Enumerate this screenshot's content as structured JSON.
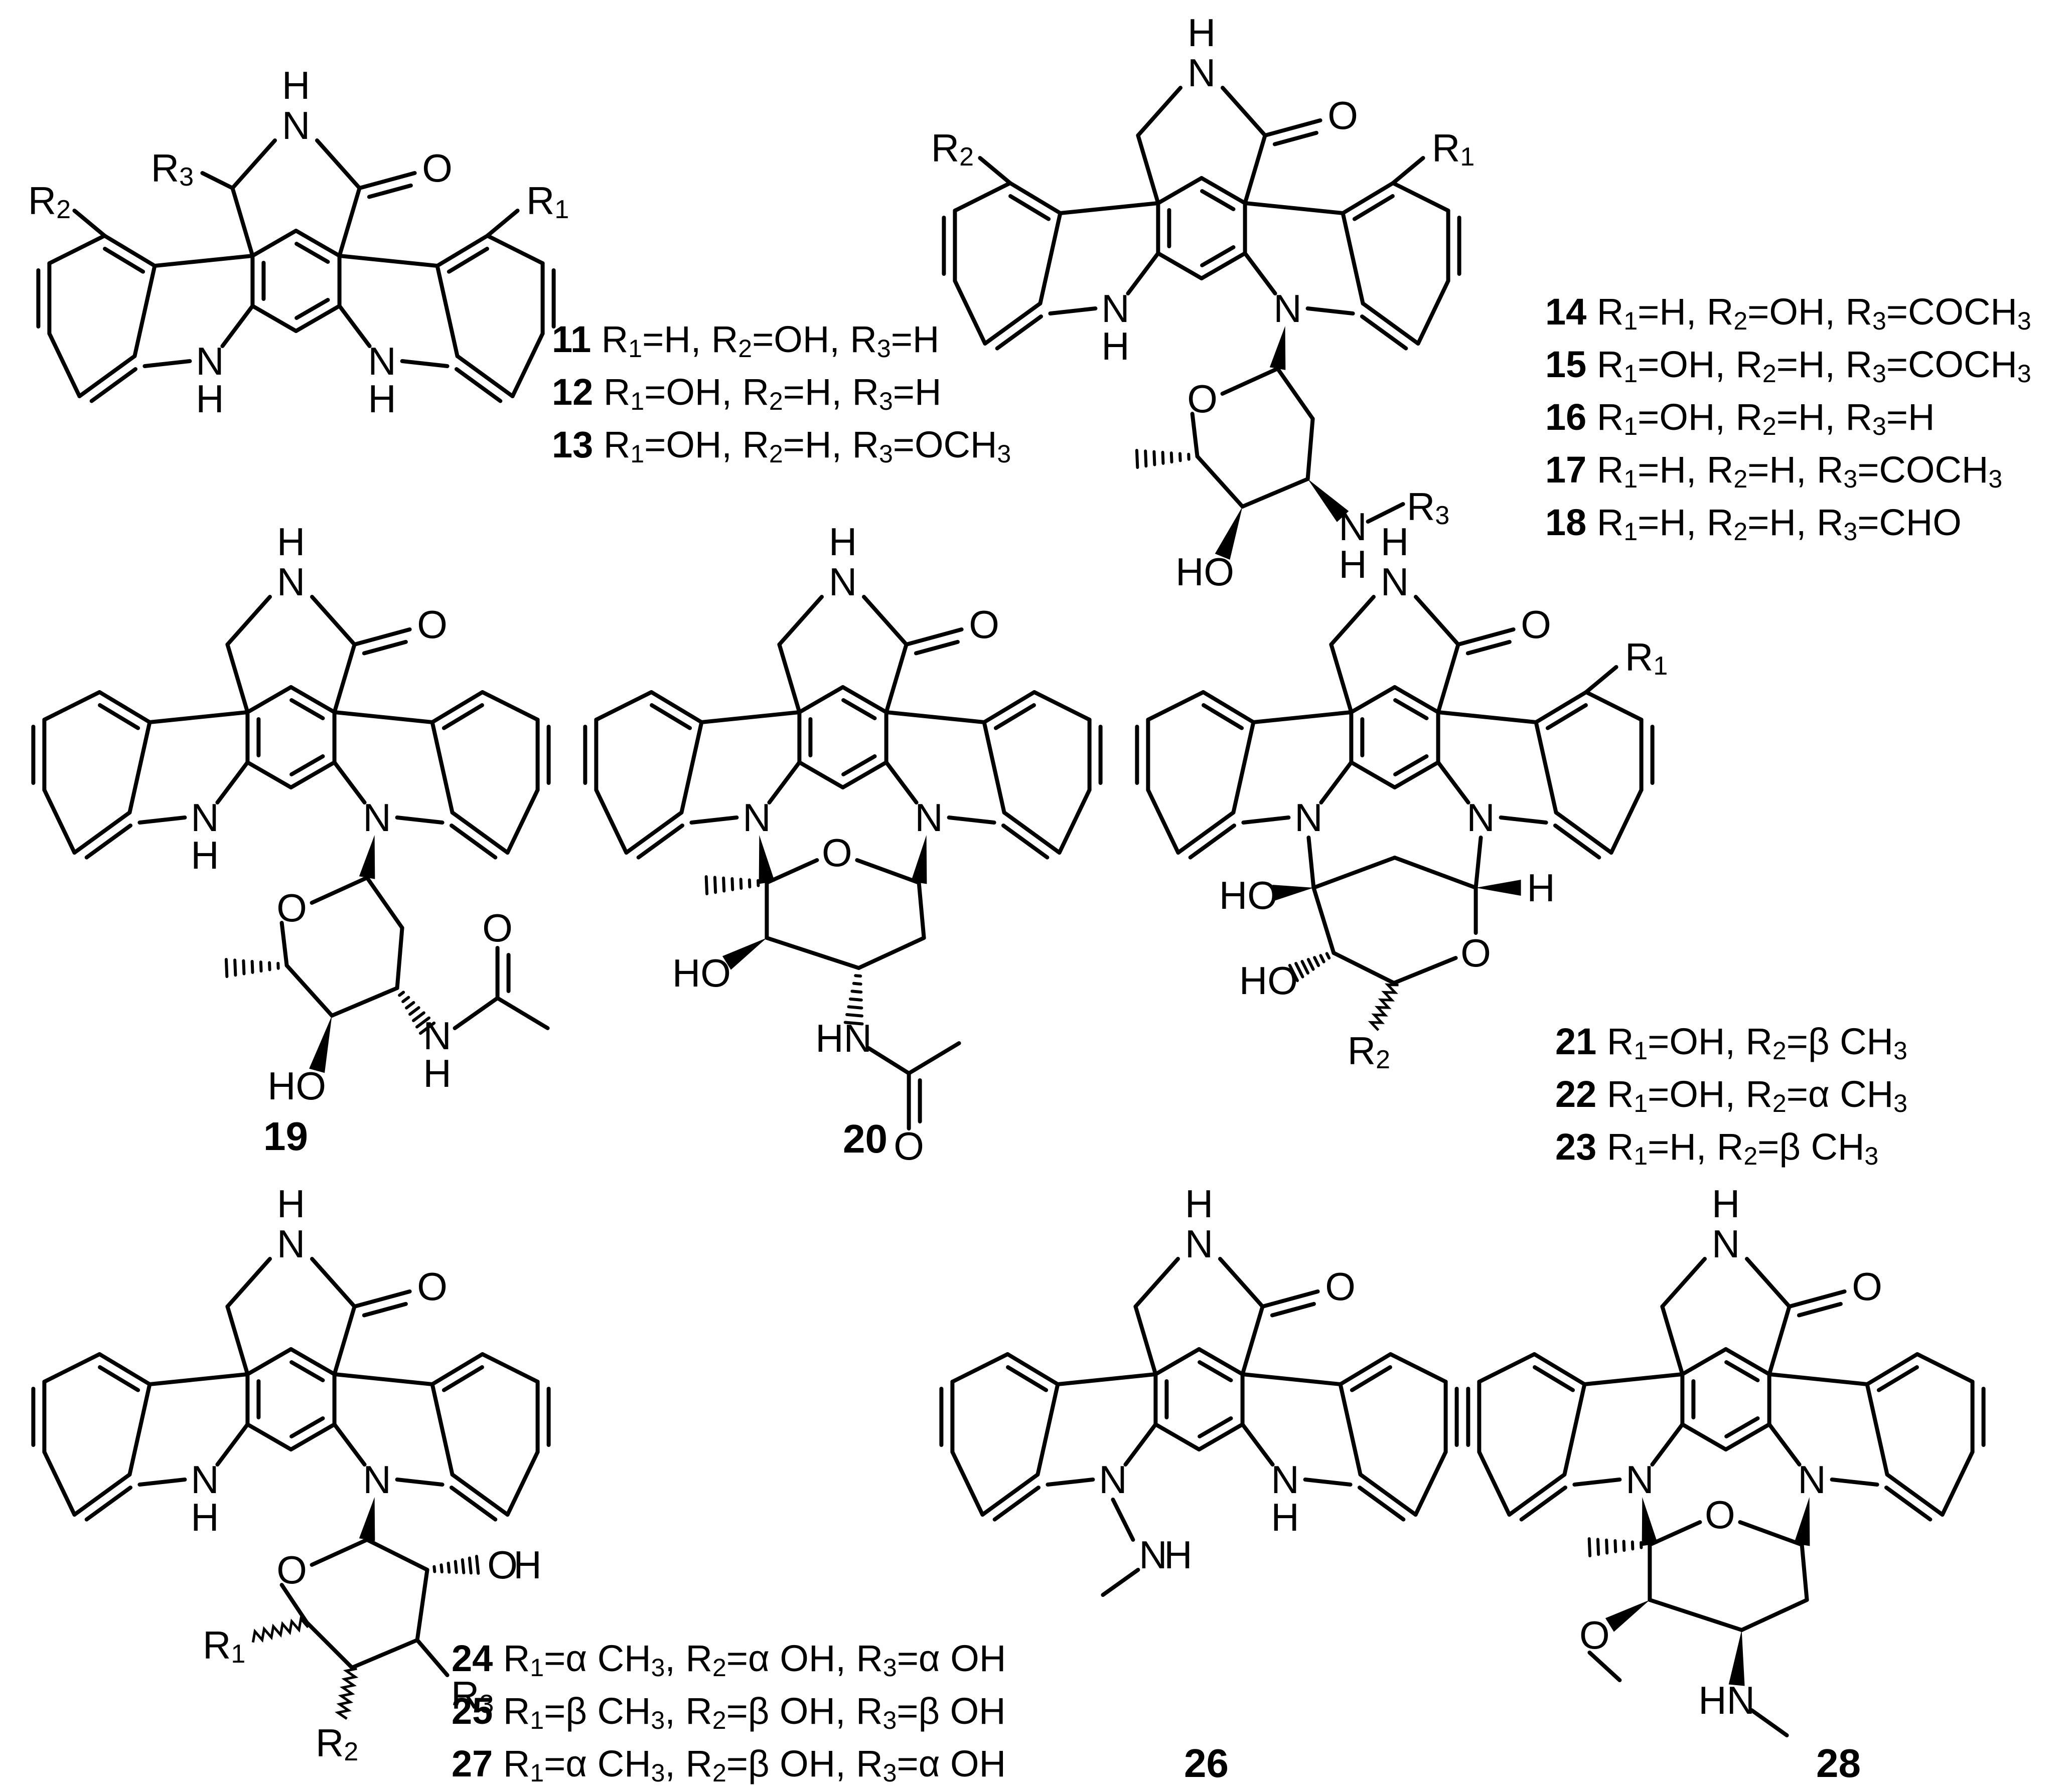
{
  "atom_labels": {
    "NH": "NH",
    "N": "N",
    "H": "H",
    "O": "O",
    "HO": "HO",
    "HN": "HN",
    "R1": "R",
    "R2": "R",
    "R3": "R",
    "sub1": "1",
    "sub2": "2",
    "sub3": "3"
  },
  "substituent_lists": [
    {
      "group": "11-13",
      "rows": [
        {
          "num": "11",
          "text": "R1=H, R2=OH, R3=H"
        },
        {
          "num": "12",
          "text": "R1=OH, R2=H, R3=H"
        },
        {
          "num": "13",
          "text": "R1=OH, R2=H, R3=OCH3"
        }
      ]
    },
    {
      "group": "14-18",
      "rows": [
        {
          "num": "14",
          "text": "R1=H, R2=OH, R3=COCH3"
        },
        {
          "num": "15",
          "text": "R1=OH, R2=H, R3=COCH3"
        },
        {
          "num": "16",
          "text": "R1=OH, R2=H, R3=H"
        },
        {
          "num": "17",
          "text": "R1=H, R2=H, R3=COCH3"
        },
        {
          "num": "18",
          "text": "R1=H, R2=H, R3=CHO"
        }
      ]
    },
    {
      "group": "21-23",
      "rows": [
        {
          "num": "21",
          "text": "R1=OH, R2=β CH3"
        },
        {
          "num": "22",
          "text": "R1=OH, R2=α CH3"
        },
        {
          "num": "23",
          "text": "R1=H, R2=β CH3"
        }
      ]
    },
    {
      "group": "24-27",
      "rows": [
        {
          "num": "24",
          "text": "R1=α CH3, R2=α OH, R3=α OH"
        },
        {
          "num": "25",
          "text": "R1=β CH3, R2=β OH, R3=β OH"
        },
        {
          "num": "27",
          "text": "R1=α CH3, R2=β OH, R3=α OH"
        }
      ]
    }
  ],
  "compound_numbers": {
    "c19": "19",
    "c20": "20",
    "c26": "26",
    "c28": "28"
  }
}
